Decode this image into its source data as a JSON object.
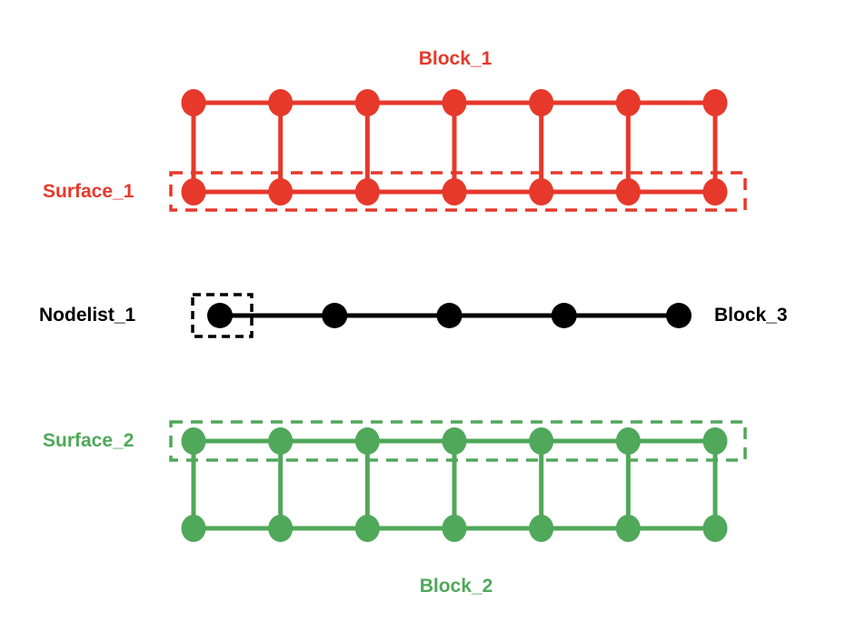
{
  "diagram": {
    "background": "#ffffff",
    "colors": {
      "red": "#E6392B",
      "green": "#50A85A",
      "black": "#000000"
    },
    "block1": {
      "title": "Block_1",
      "surface_label": "Surface_1",
      "columns": 7,
      "rows": 2,
      "color_key": "red"
    },
    "nodelist": {
      "label": "Nodelist_1",
      "block_label": "Block_3",
      "node_count": 5,
      "highlighted_node_index": 0,
      "color_key": "black"
    },
    "block2": {
      "title": "Block_2",
      "surface_label": "Surface_2",
      "columns": 7,
      "rows": 2,
      "color_key": "green"
    }
  }
}
